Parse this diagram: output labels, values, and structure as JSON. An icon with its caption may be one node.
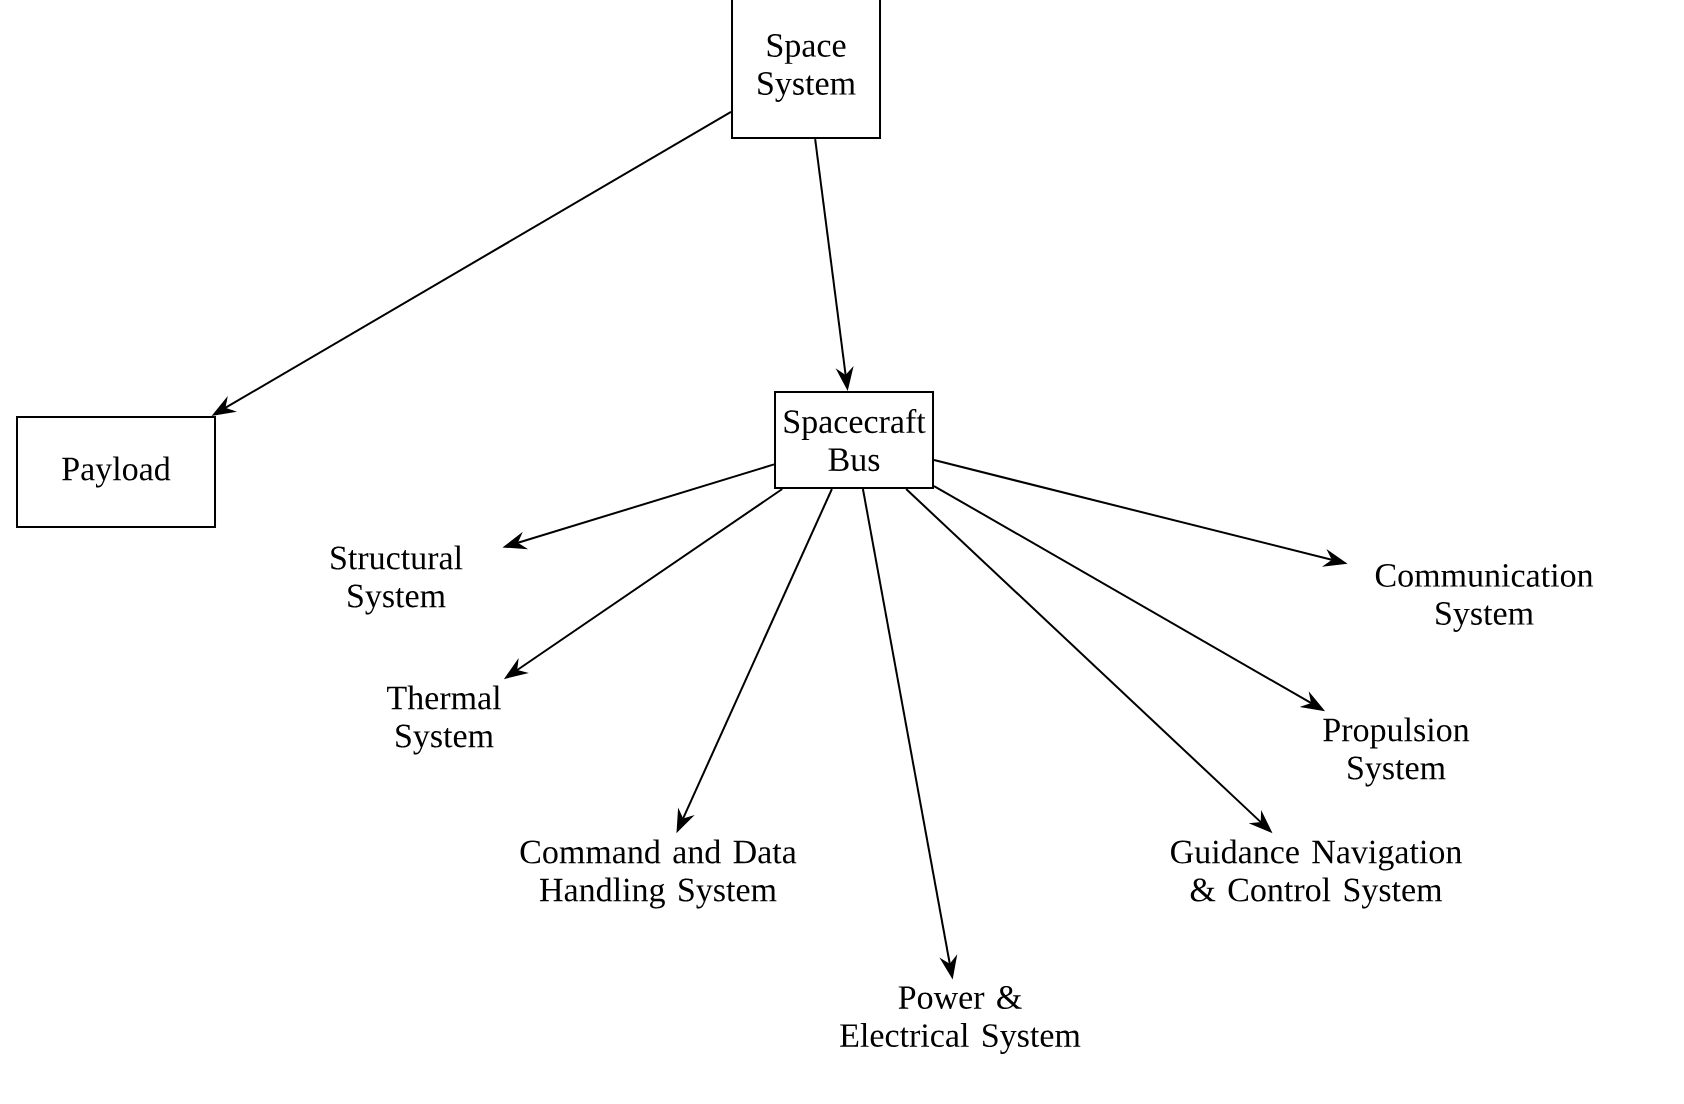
{
  "diagram": {
    "nodes": [
      {
        "text": [
          "Space System"
        ]
      },
      {
        "text": [
          "Payload"
        ]
      },
      {
        "text": [
          "Spacecraft Bus"
        ]
      },
      {
        "text": [
          "Structural System"
        ]
      },
      {
        "text": [
          "Thermal System"
        ]
      },
      {
        "text": [
          "Command and Data Handling System"
        ]
      },
      {
        "text": [
          "Power & Electrical System"
        ]
      },
      {
        "text": [
          "Guidance Navigation & Control System"
        ]
      },
      {
        "text": [
          "Propulsion System"
        ]
      },
      {
        "text": [
          "Communication System"
        ]
      }
    ],
    "edges": [
      {
        "from": 0,
        "to": 1,
        "arrow": "to"
      },
      {
        "from": 0,
        "to": 2,
        "arrow": "to"
      },
      {
        "from": 2,
        "to": 3,
        "arrow": "to"
      },
      {
        "from": 2,
        "to": 4,
        "arrow": "to"
      },
      {
        "from": 2,
        "to": 5,
        "arrow": "to"
      },
      {
        "from": 2,
        "to": 6,
        "arrow": "to"
      },
      {
        "from": 2,
        "to": 7,
        "arrow": "to"
      },
      {
        "from": 2,
        "to": 8,
        "arrow": "to"
      },
      {
        "from": 2,
        "to": 9,
        "arrow": "to"
      }
    ]
  }
}
